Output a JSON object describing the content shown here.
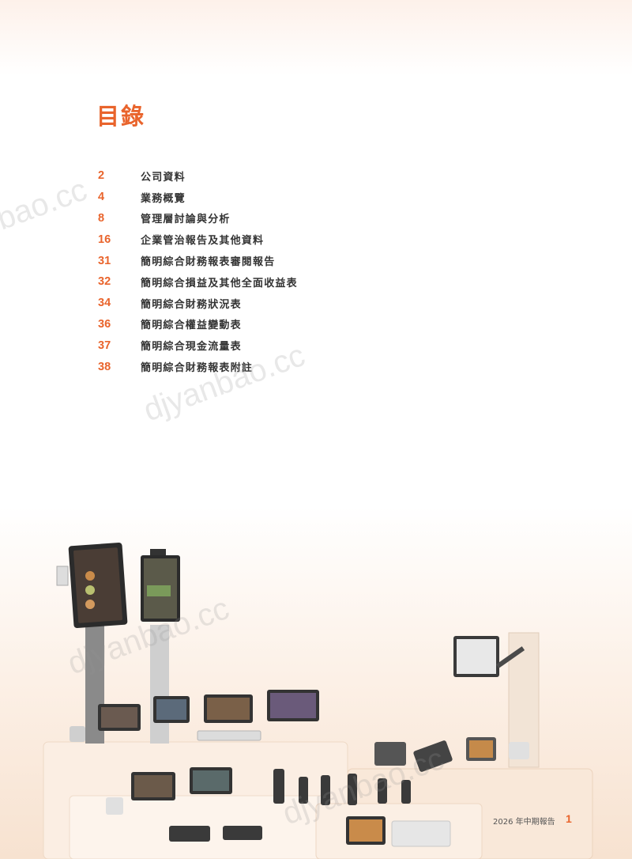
{
  "title": "目錄",
  "toc": [
    {
      "page": "2",
      "label": "公司資料"
    },
    {
      "page": "4",
      "label": "業務概覽"
    },
    {
      "page": "8",
      "label": "管理層討論與分析"
    },
    {
      "page": "16",
      "label": "企業管治報告及其他資料"
    },
    {
      "page": "31",
      "label": "簡明綜合財務報表審閱報告"
    },
    {
      "page": "32",
      "label": "簡明綜合損益及其他全面收益表"
    },
    {
      "page": "34",
      "label": "簡明綜合財務狀況表"
    },
    {
      "page": "36",
      "label": "簡明綜合權益變動表"
    },
    {
      "page": "37",
      "label": "簡明綜合現金流量表"
    },
    {
      "page": "38",
      "label": "簡明綜合財務報表附註"
    }
  ],
  "watermark": {
    "text": "djyanbao.cc",
    "partial_text": "bao.cc"
  },
  "footer": {
    "report_label": "2026 年中期報告",
    "page_number": "1"
  },
  "colors": {
    "accent": "#e9642c",
    "text": "#333333"
  }
}
